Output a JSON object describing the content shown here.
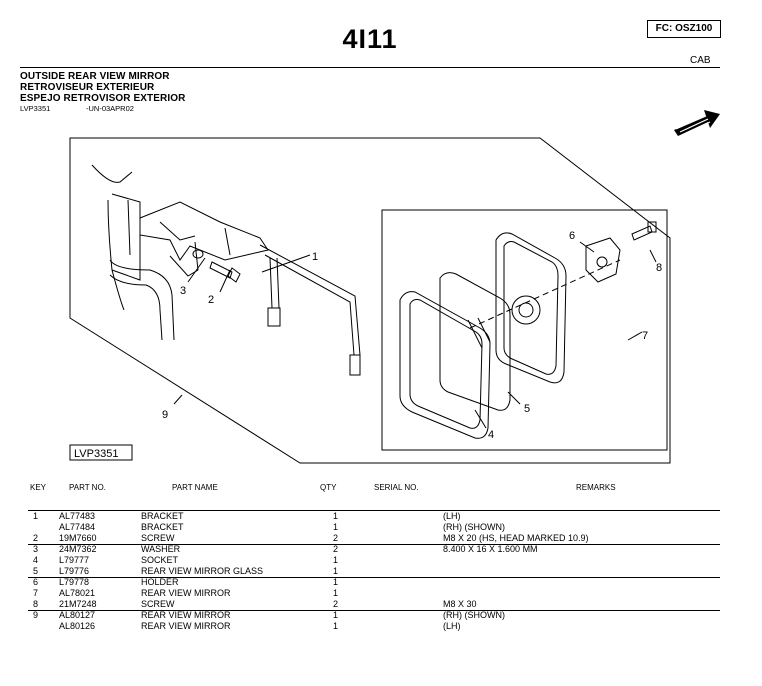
{
  "header": {
    "page_number": "4I11",
    "fc_code": "FC: OSZ100",
    "section": "CAB"
  },
  "title": {
    "line1": "OUTSIDE REAR VIEW MIRROR",
    "line2": "RETROVISEUR EXTERIEUR",
    "line3": "ESPEJO RETROVISOR EXTERIOR",
    "ref_code": "LVP3351",
    "ref_date": "-UN-03APR02"
  },
  "diagram": {
    "label": "LVP3351",
    "callouts": [
      "1",
      "2",
      "3",
      "4",
      "5",
      "6",
      "7",
      "8",
      "9"
    ]
  },
  "table": {
    "headers": {
      "key": "KEY",
      "part_no": "PART NO.",
      "part_name": "PART NAME",
      "qty": "QTY",
      "serial_no": "SERIAL NO.",
      "remarks": "REMARKS"
    },
    "rows": [
      {
        "key": "1",
        "part_no": "AL77483",
        "part_name": "BRACKET",
        "qty": "1",
        "remarks": "(LH)"
      },
      {
        "key": "",
        "part_no": "AL77484",
        "part_name": "BRACKET",
        "qty": "1",
        "remarks": "(RH) (SHOWN)"
      },
      {
        "key": "2",
        "part_no": "19M7660",
        "part_name": "SCREW",
        "qty": "2",
        "remarks": "M8 X 20 (HS, HEAD MARKED 10.9)"
      },
      {
        "key": "3",
        "part_no": "24M7362",
        "part_name": "WASHER",
        "qty": "2",
        "remarks": "8.400 X 16 X 1.600 MM"
      },
      {
        "key": "4",
        "part_no": "L79777",
        "part_name": "SOCKET",
        "qty": "1",
        "remarks": ""
      },
      {
        "key": "5",
        "part_no": "L79776",
        "part_name": "REAR VIEW MIRROR GLASS",
        "qty": "1",
        "remarks": ""
      },
      {
        "key": "6",
        "part_no": "L79778",
        "part_name": "HOLDER",
        "qty": "1",
        "remarks": ""
      },
      {
        "key": "7",
        "part_no": "AL78021",
        "part_name": "REAR VIEW MIRROR",
        "qty": "1",
        "remarks": ""
      },
      {
        "key": "8",
        "part_no": "21M7248",
        "part_name": "SCREW",
        "qty": "2",
        "remarks": "M8 X 30"
      },
      {
        "key": "9",
        "part_no": "AL80127",
        "part_name": "REAR VIEW MIRROR",
        "qty": "1",
        "remarks": "(RH) (SHOWN)"
      },
      {
        "key": "",
        "part_no": "AL80126",
        "part_name": "REAR VIEW MIRROR",
        "qty": "1",
        "remarks": "(LH)"
      }
    ]
  }
}
